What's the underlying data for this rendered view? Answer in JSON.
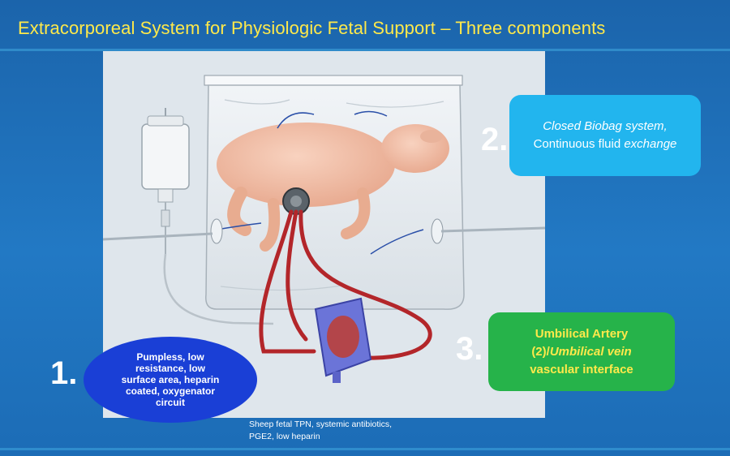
{
  "slide": {
    "title": "Extracorporeal System for Physiologic Fetal Support – Three components"
  },
  "components": [
    {
      "number": "1.",
      "lines": [
        "Pumpless, low",
        "resistance, low",
        "surface area, heparin",
        "coated, oxygenator",
        "circuit"
      ]
    },
    {
      "number": "2.",
      "line1": "Closed Biobag system,",
      "line2_prefix": "Continuous fluid ",
      "line2_em": "exchange"
    },
    {
      "number": "3.",
      "line1": "Umbilical Artery",
      "line2_prefix": "(2)/",
      "line2_em": "Umbilical vein",
      "line3": "vascular interface"
    }
  ],
  "footnote": {
    "line1": "Sheep fetal TPN, systemic antibiotics,",
    "line2": "PGE2, low heparin"
  },
  "colors": {
    "background": "#1f6fb4",
    "title": "#ffe94a",
    "box2": "#22b5ee",
    "box3": "#26b34a",
    "oval": "#1a3fd6",
    "blood": "#b3262a"
  }
}
